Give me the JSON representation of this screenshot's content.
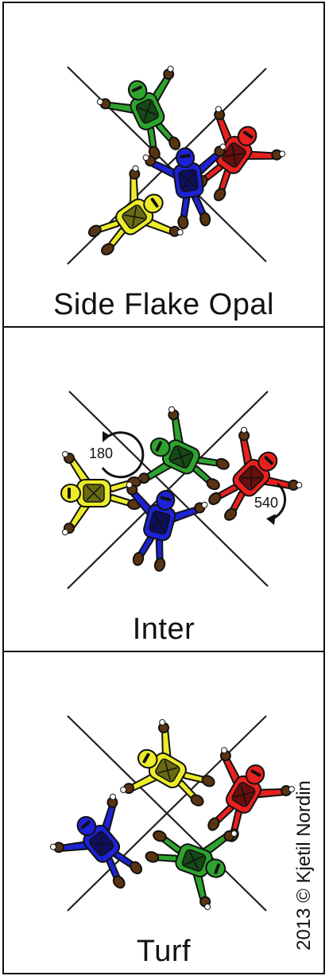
{
  "colors": {
    "green": "#2ea32e",
    "red": "#e8211f",
    "blue": "#1d22d6",
    "yellow": "#ecec2a",
    "hand": "#5a3412"
  },
  "panels": [
    {
      "caption": "Side Flake Opal"
    },
    {
      "caption": "Inter",
      "rotation_left": "180",
      "rotation_right": "540"
    },
    {
      "caption": "Turf"
    }
  ],
  "credit": "2013 © Kjetil Nordin"
}
